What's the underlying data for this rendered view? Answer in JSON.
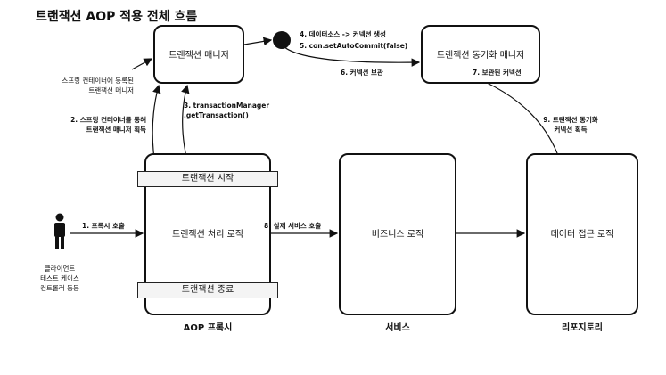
{
  "title": "트랜잭션 AOP 적용 전체 흐름",
  "nodes": {
    "tx_manager": "트랜잭션 매니저",
    "sync_manager": "트랜잭션 동기화 매니저",
    "tx_logic": "트랜잭션 처리 로직",
    "business_logic": "비즈니스 로직",
    "data_access": "데이터 접근 로직",
    "tx_start": "트랜잭션 시작",
    "tx_end": "트랜잭션 종료"
  },
  "captions": {
    "aop_proxy": "AOP 프록시",
    "service": "서비스",
    "repository": "리포지토리"
  },
  "client": {
    "line1": "클라이언트",
    "line2": "테스트 케이스",
    "line3": "컨트롤러 등등"
  },
  "steps": {
    "registered_line1": "스프링 컨테이너에 등록된",
    "registered_line2": "트랜잭션 매니저",
    "s1": "1. 프록시 호출",
    "s2_line1": "2. 스프링 컨테이너를 통해",
    "s2_line2": "트랜잭션 매니저 획득",
    "s3_line1": "3. transactionManager",
    "s3_line2": ".getTransaction()",
    "s4": "4. 데이터소스 -> 커넥션 생성",
    "s5": "5. con.setAutoCommit(false)",
    "s6": "6. 커넥션 보관",
    "s7": "7. 보관된 커넥션",
    "s8": "8. 실제 서비스 호출",
    "s9_line1": "9. 트랜잭션 동기화",
    "s9_line2": "커넥션 획득"
  }
}
